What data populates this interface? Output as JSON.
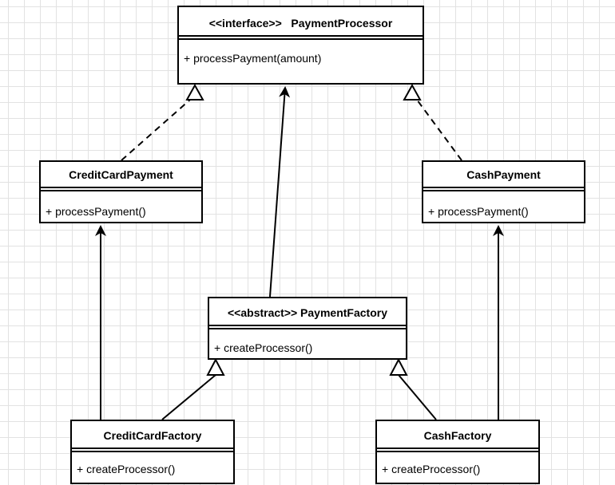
{
  "classes": {
    "payment_processor": {
      "stereotype": "<<interface>>",
      "name": "PaymentProcessor",
      "title": "<<interface>>   PaymentProcessor",
      "methods": [
        "+ processPayment(amount)"
      ]
    },
    "credit_card_payment": {
      "name": "CreditCardPayment",
      "title": "CreditCardPayment",
      "methods": [
        "+ processPayment()"
      ]
    },
    "cash_payment": {
      "name": "CashPayment",
      "title": "CashPayment",
      "methods": [
        "+ processPayment()"
      ]
    },
    "payment_factory": {
      "stereotype": "<<abstract>>",
      "name": "PaymentFactory",
      "title": "<<abstract>> PaymentFactory",
      "methods": [
        "+ createProcessor()"
      ]
    },
    "credit_card_factory": {
      "name": "CreditCardFactory",
      "title": "CreditCardFactory",
      "methods": [
        "+ createProcessor()"
      ]
    },
    "cash_factory": {
      "name": "CashFactory",
      "title": "CashFactory",
      "methods": [
        "+ createProcessor()"
      ]
    }
  },
  "relationships": [
    {
      "from": "CreditCardPayment",
      "to": "PaymentProcessor",
      "kind": "realization",
      "line": "dashed",
      "head": "hollow-triangle"
    },
    {
      "from": "CashPayment",
      "to": "PaymentProcessor",
      "kind": "realization",
      "line": "dashed",
      "head": "hollow-triangle"
    },
    {
      "from": "PaymentFactory",
      "to": "PaymentProcessor",
      "kind": "association",
      "line": "solid",
      "head": "filled-arrow"
    },
    {
      "from": "CreditCardFactory",
      "to": "PaymentFactory",
      "kind": "generalization",
      "line": "solid",
      "head": "hollow-triangle"
    },
    {
      "from": "CashFactory",
      "to": "PaymentFactory",
      "kind": "generalization",
      "line": "solid",
      "head": "hollow-triangle"
    },
    {
      "from": "CreditCardFactory",
      "to": "CreditCardPayment",
      "kind": "association",
      "line": "solid",
      "head": "filled-arrow"
    },
    {
      "from": "CashFactory",
      "to": "CashPayment",
      "kind": "association",
      "line": "solid",
      "head": "filled-arrow"
    }
  ],
  "colors": {
    "stroke": "#000000",
    "fill": "#ffffff",
    "grid": "#e2e2e2",
    "background": "#ffffff"
  }
}
